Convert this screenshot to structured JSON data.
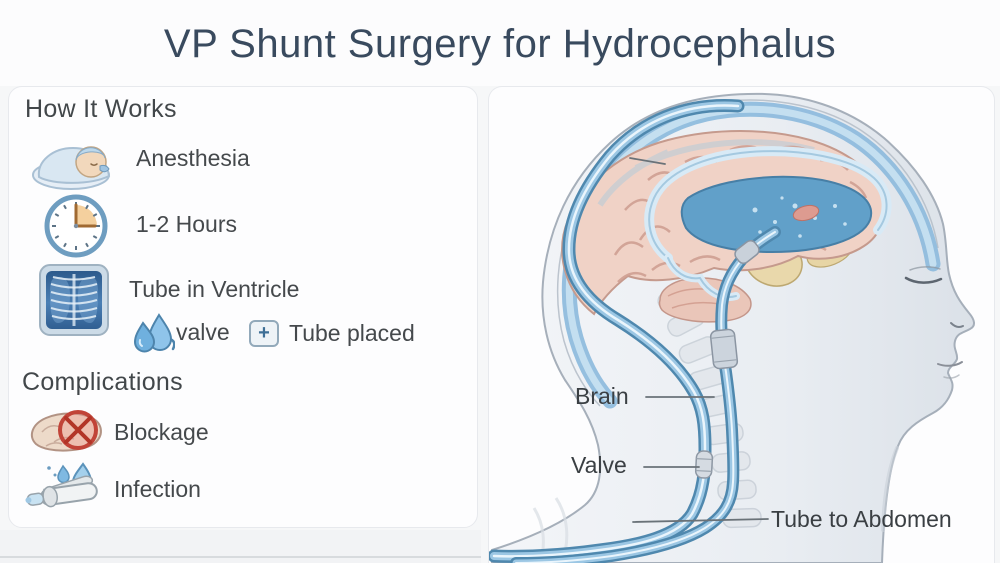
{
  "title": "VP Shunt Surgery for Hydrocephalus",
  "left_panel": {
    "how_heading": "How It Works",
    "anesthesia": "Anesthesia",
    "hours": "1-2 Hours",
    "tube_ventricle": "Tube in Ventricle",
    "valve": "valve",
    "plus": "+",
    "tube_placed": "Tube placed",
    "complications_heading": "Complications",
    "blockage": "Blockage",
    "infection": "Infection"
  },
  "diagram_labels": {
    "brain": "Brain",
    "valve": "Valve",
    "tube_to_abdomen": "Tube to Abdomen"
  },
  "icons": [
    "sleeping-patient-icon",
    "clock-icon",
    "xray-icon",
    "droplets-icon",
    "plus-icon",
    "blockage-icon",
    "infection-icon"
  ],
  "colors": {
    "title_text": "#394a5e",
    "body_text": "#45494c",
    "tube_blue": "#4f88ae",
    "csf_blue": "#8fbcdd",
    "ventricle_blue": "#61a0c9",
    "brain_pink": "#f0d2c6",
    "brainstem_tan": "#e9d8ab",
    "alert_red": "#b8392c",
    "panel_bg": "#fdfdfe",
    "panel_border": "#e7e9ed"
  }
}
